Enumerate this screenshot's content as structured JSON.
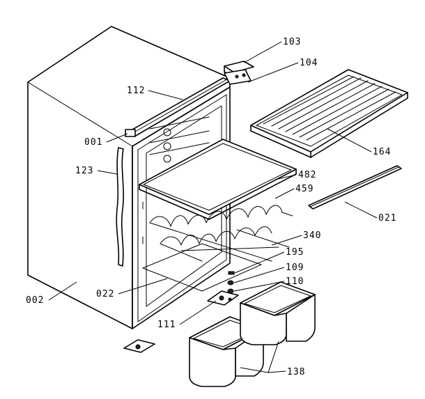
{
  "labels": {
    "p103": "103",
    "p104": "104",
    "p112": "112",
    "p164": "164",
    "p001": "001",
    "p123": "123",
    "p482": "482",
    "p459": "459",
    "p021": "021",
    "p340": "340",
    "p195": "195",
    "p109": "109",
    "p110": "110",
    "p002": "002",
    "p022": "022",
    "p111": "111",
    "p138": "138"
  }
}
